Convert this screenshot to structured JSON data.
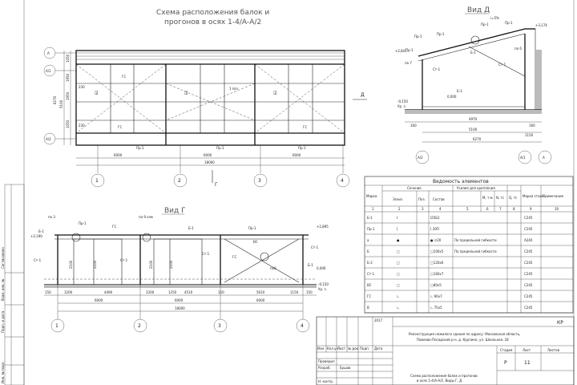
{
  "plan": {
    "title_line1": "Схема расположения балок и",
    "title_line2": "прогонов в осях 1-4/А-А/2",
    "row_axes": [
      "А",
      "А/1",
      "А/2"
    ],
    "col_axes": [
      "1",
      "2",
      "3",
      "4"
    ],
    "spans": [
      "6000",
      "6000",
      "6000"
    ],
    "total": "18000",
    "left_dims": [
      "1050",
      "1950",
      "1950",
      "1050",
      "6270",
      "5100",
      "230",
      "230"
    ],
    "labels": {
      "gs": "ГС",
      "b1": "Б1",
      "pr1": "Пр-1",
      "cut": "Д",
      "axisG": "Г",
      "node": "1 поз"
    }
  },
  "view_d": {
    "title": "Вид Д",
    "labels": [
      "Пр-1",
      "Пр-1",
      "Б-1",
      "Пр-1",
      "Пр-1",
      "по 7",
      "по 6",
      "Ст-1",
      "Ст-1",
      "Б-1",
      "Пр-1"
    ],
    "elev_top": "+2,841",
    "elev_top2": "+3,174",
    "elev_floor": "0,000",
    "elev_base": "-0,150",
    "elev_base_note": "Ур. з.",
    "dims": [
      "160",
      "4970",
      "160",
      "5100",
      "1150",
      "6270"
    ],
    "axes": [
      "А/2",
      "А/1",
      "А"
    ],
    "slope": "i=5%"
  },
  "view_g": {
    "title": "Вид Г",
    "labels": [
      "по 3",
      "Пр-1",
      "ГС",
      "по 9 сем",
      "Б-1",
      "Пр-1",
      "Б-1",
      "Ст-1",
      "Ст-1",
      "Ст-1",
      "Ст-1",
      "ВС",
      "по6",
      "Б-1",
      "ГС"
    ],
    "elev_top": "+2,190",
    "elev_top2": "+2,895",
    "elev_floor": "0,000",
    "elev_base": "-0,150",
    "elev_base_note": "Ур. з.",
    "dims_bottom": [
      "150",
      "1200",
      "4490",
      "1200",
      "1250",
      "4510",
      "150",
      "5610",
      "1150",
      "150"
    ],
    "spans": [
      "6000",
      "6000",
      "6000"
    ],
    "total": "18000",
    "axes": [
      "1",
      "2",
      "3",
      "4"
    ],
    "heights": [
      "2100",
      "2100",
      "2100",
      "2100"
    ]
  },
  "table": {
    "title": "Ведомость элементов",
    "headers": {
      "mark": "Марка",
      "section": "Сечение",
      "sketch": "Эскиз",
      "pos": "Поз.",
      "composition": "Состав",
      "forces": "Усилия для крепления",
      "m": "M, т·м",
      "n": "N, тс",
      "q": "Q, тс",
      "steel": "Марка стали",
      "note": "Примечание"
    },
    "col_nums": [
      "1",
      "2",
      "3",
      "4",
      "5",
      "6",
      "7",
      "8",
      "9",
      "10"
    ],
    "rows": [
      {
        "mark": "Б-1",
        "sketch": "I",
        "comp": "I25Б2",
        "force": "",
        "steel": "С245"
      },
      {
        "mark": "Пр-1",
        "sketch": "[",
        "comp": "[ 20П",
        "force": "",
        "steel": "С245"
      },
      {
        "mark": "а",
        "sketch": "●",
        "comp": "● ∅20",
        "force": "По предельной гибкости",
        "steel": "А240"
      },
      {
        "mark": "Б",
        "sketch": "□",
        "comp": "□100х5",
        "force": "По предельной гибкости",
        "steel": "С245"
      },
      {
        "mark": "Б-2",
        "sketch": "□",
        "comp": "□120х6",
        "force": "",
        "steel": "С245"
      },
      {
        "mark": "Ст-1",
        "sketch": "□",
        "comp": "□160х7",
        "force": "",
        "steel": "С245"
      },
      {
        "mark": "ВС",
        "sketch": "□",
        "comp": "□80х5",
        "force": "",
        "steel": "С245"
      },
      {
        "mark": "ГС",
        "sketch": "∟",
        "comp": "∟ 90х7",
        "force": "",
        "steel": "С245"
      },
      {
        "mark": "В",
        "sketch": "∟",
        "comp": "∟ 75х5",
        "force": "",
        "steel": "С245"
      }
    ]
  },
  "stamp": {
    "code": "КР",
    "year": "2017",
    "description": "Реконструкция нежилого здания по адресу: Московская область, Павлово-Посадский р-н, д. Крупино, ул. Школьная, 18",
    "cols": [
      "Изм.",
      "Кол.уч",
      "Лист",
      "№ док.",
      "Подп.",
      "Дата"
    ],
    "rows": [
      "Проверил",
      "Разраб.",
      "",
      "Н. контр."
    ],
    "author": "Ершов",
    "stage_h": "Стадия",
    "sheet_h": "Лист",
    "sheets_h": "Листов",
    "stage": "Р",
    "sheet": "11",
    "sheets": "",
    "sheet_title": "Схема расположения балок и прогонов в осях 1-4/А-А/2. Виды Г, Д"
  },
  "side_stamp": [
    "Согласовано",
    "Взам. инв. №",
    "Подп. и дата",
    "Инв. № подл."
  ]
}
